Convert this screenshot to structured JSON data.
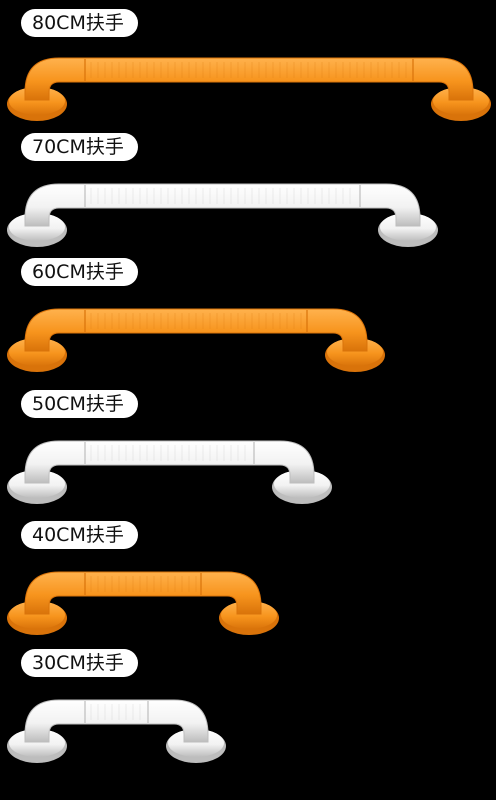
{
  "colors": {
    "background": "#000000",
    "label_bg": "#ffffff",
    "label_text": "#111111",
    "orange": "#f7941d",
    "orange_dark": "#d9730a",
    "white_bar": "#f2f2f2",
    "white_shadow": "#bdbdbd"
  },
  "products": [
    {
      "label": "80CM扶手",
      "length_cm": 80,
      "color": "orange"
    },
    {
      "label": "70CM扶手",
      "length_cm": 70,
      "color": "white"
    },
    {
      "label": "60CM扶手",
      "length_cm": 60,
      "color": "orange"
    },
    {
      "label": "50CM扶手",
      "length_cm": 50,
      "color": "white"
    },
    {
      "label": "40CM扶手",
      "length_cm": 40,
      "color": "orange"
    },
    {
      "label": "30CM扶手",
      "length_cm": 30,
      "color": "white"
    }
  ]
}
